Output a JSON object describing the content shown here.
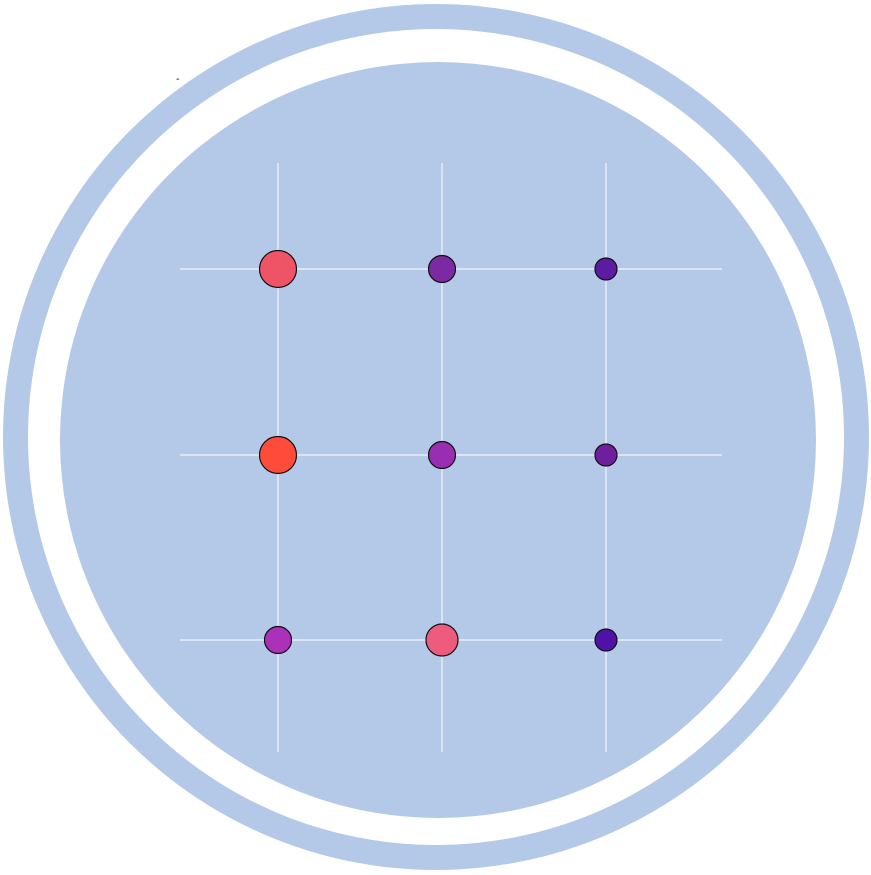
{
  "chart_data": {
    "type": "scatter",
    "title": "",
    "xlabel": "",
    "ylabel": "",
    "x_positions": [
      1,
      2,
      3
    ],
    "y_positions": [
      1,
      2,
      3
    ],
    "grid": true,
    "points": [
      {
        "x": 1,
        "y": 3,
        "color": "#ef5466",
        "size": 5
      },
      {
        "x": 2,
        "y": 3,
        "color": "#7c2aa4",
        "size": 3
      },
      {
        "x": 3,
        "y": 3,
        "color": "#5d1aa2",
        "size": 2
      },
      {
        "x": 1,
        "y": 2,
        "color": "#ff4b3a",
        "size": 5
      },
      {
        "x": 2,
        "y": 2,
        "color": "#9a2eb2",
        "size": 3
      },
      {
        "x": 3,
        "y": 2,
        "color": "#6e1f9e",
        "size": 2
      },
      {
        "x": 1,
        "y": 1,
        "color": "#aa31b8",
        "size": 3
      },
      {
        "x": 2,
        "y": 1,
        "color": "#ed5c7c",
        "size": 4
      },
      {
        "x": 3,
        "y": 1,
        "color": "#4e12a6",
        "size": 2
      }
    ]
  },
  "annotation": "-",
  "colors": {
    "background_ring": "#b4c9e8",
    "gap": "#ffffff",
    "plot_disc": "#b4c9e8",
    "grid": "#e8eef8",
    "marker_edge": "#111111"
  }
}
